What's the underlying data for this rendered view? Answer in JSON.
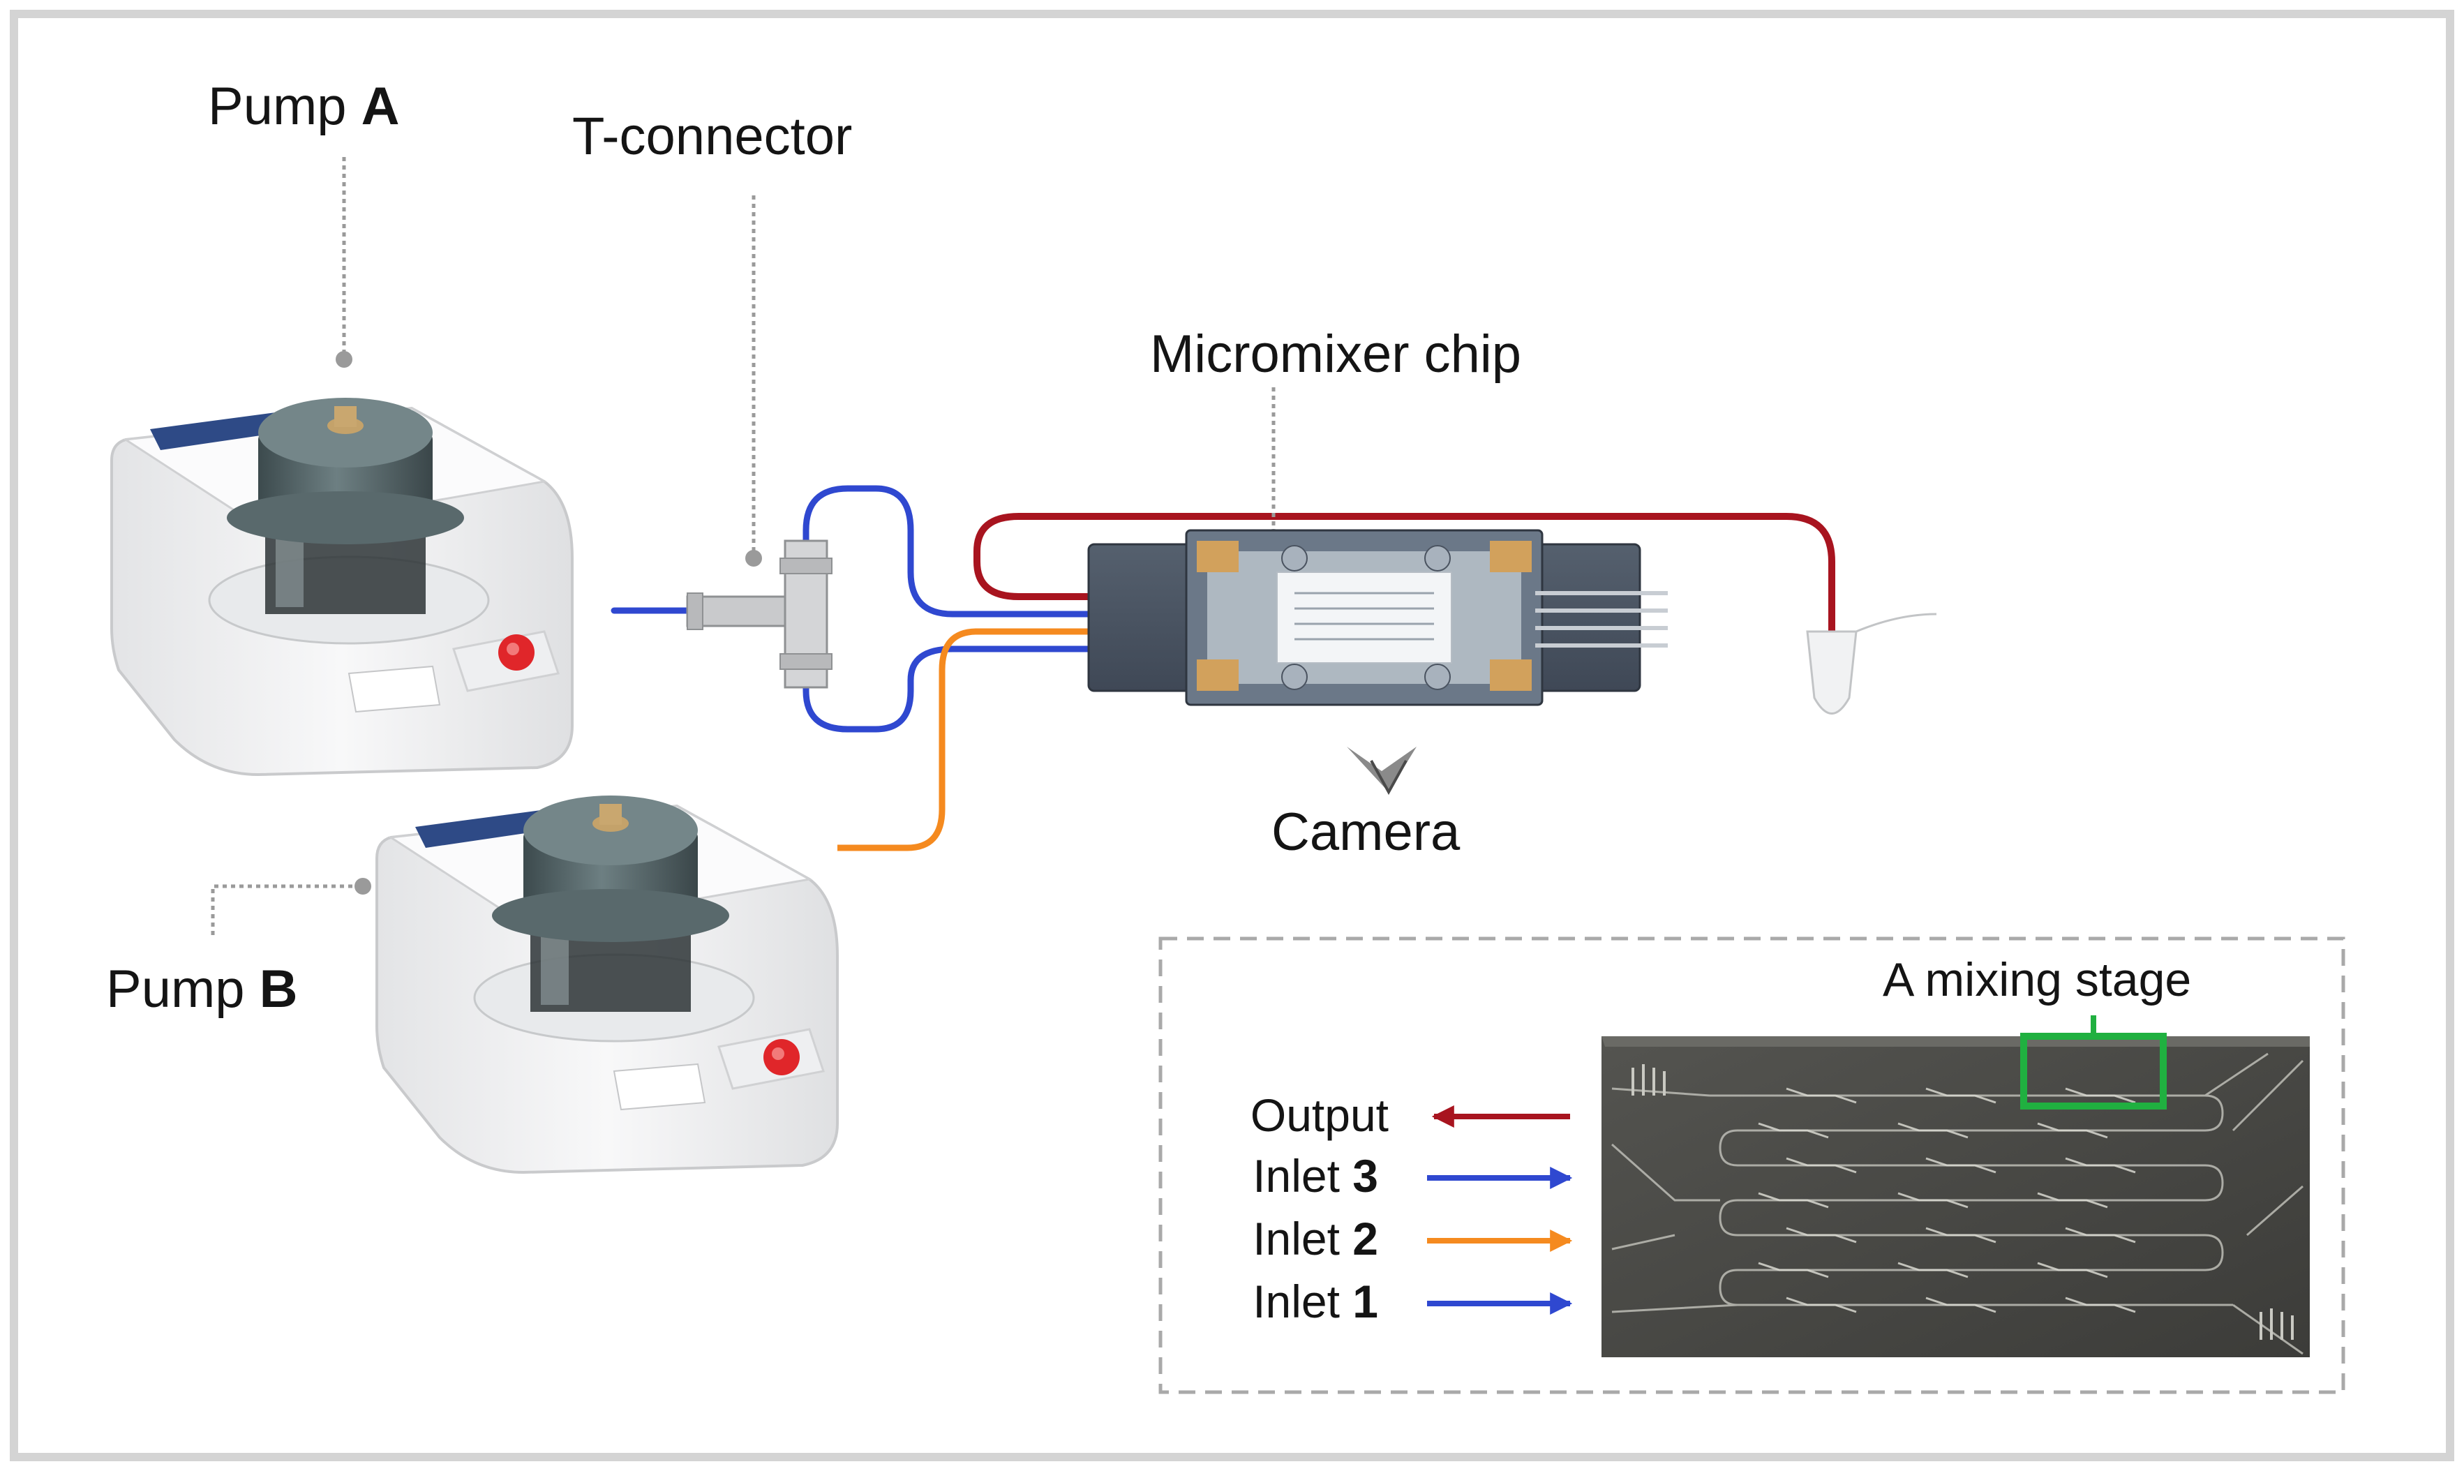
{
  "labels": {
    "pump_a": {
      "text": "Pump ",
      "emph": "A"
    },
    "pump_b": {
      "text": "Pump ",
      "emph": "B"
    },
    "t_connector": "T-connector",
    "micromixer_chip": "Micromixer chip",
    "camera": "Camera",
    "mixing_stage": "A mixing stage"
  },
  "legend": {
    "output": "Output",
    "inlet3": {
      "text": "Inlet ",
      "emph": "3"
    },
    "inlet2": {
      "text": "Inlet ",
      "emph": "2"
    },
    "inlet1": {
      "text": "Inlet ",
      "emph": "1"
    }
  },
  "colors": {
    "outer_frame": "#d4d4d4",
    "blue_tube": "#2f48d0",
    "orange_tube": "#f58a1f",
    "red_tube": "#a8141f",
    "chip_body": "#5d6b7e",
    "chip_glass": "#e6ecf1",
    "chip_pads": "#d2a15c",
    "pump_body": "#f4f5f6",
    "pump_head": "#57686a",
    "pump_button": "#e0262a",
    "highlight_box": "#20b040",
    "chip_photo": "#4b4b47",
    "dashed_border": "#a9a9a9"
  }
}
